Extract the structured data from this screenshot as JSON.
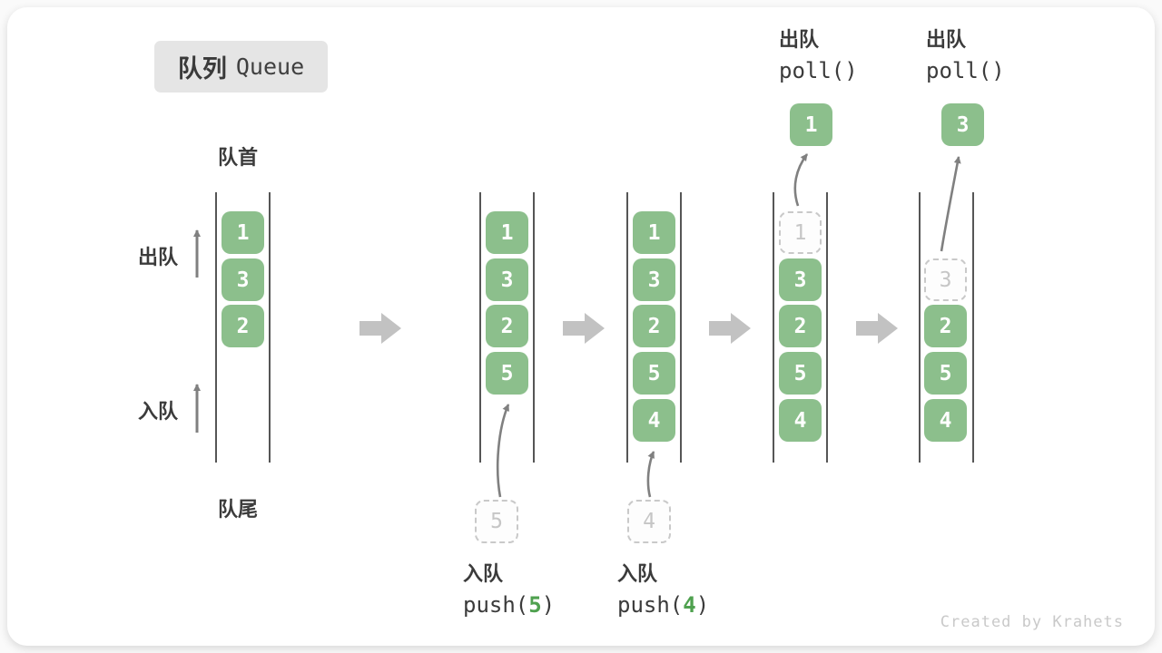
{
  "title": {
    "zh": "队列",
    "en": "Queue"
  },
  "side_labels": {
    "front": "队首",
    "rear": "队尾",
    "dequeue": "出队",
    "enqueue": "入队"
  },
  "operations": {
    "push5": {
      "label": "入队",
      "fn": "push(",
      "arg": "5",
      "close": ")"
    },
    "push4": {
      "label": "入队",
      "fn": "push(",
      "arg": "4",
      "close": ")"
    },
    "poll1": {
      "label": "出队",
      "code": "poll()"
    },
    "poll2": {
      "label": "出队",
      "code": "poll()"
    }
  },
  "columns": [
    {
      "boxes": [
        "1",
        "3",
        "2"
      ]
    },
    {
      "boxes": [
        "1",
        "3",
        "2",
        "5"
      ],
      "staging": "5"
    },
    {
      "boxes": [
        "1",
        "3",
        "2",
        "5",
        "4"
      ],
      "staging": "4"
    },
    {
      "ghost": "1",
      "boxes": [
        "3",
        "2",
        "5",
        "4"
      ],
      "out": "1"
    },
    {
      "ghost": "3",
      "boxes": [
        "2",
        "5",
        "4"
      ],
      "out": "3"
    }
  ],
  "watermark": "Created by Krahets",
  "colors": {
    "box_green": "#8cbf8c",
    "accent_green": "#4fa14f",
    "thin_arrow_gray": "#808080",
    "block_arrow_gray": "#c2c2c2",
    "rail_line": "#565656",
    "badge_bg": "#e5e5e5"
  }
}
